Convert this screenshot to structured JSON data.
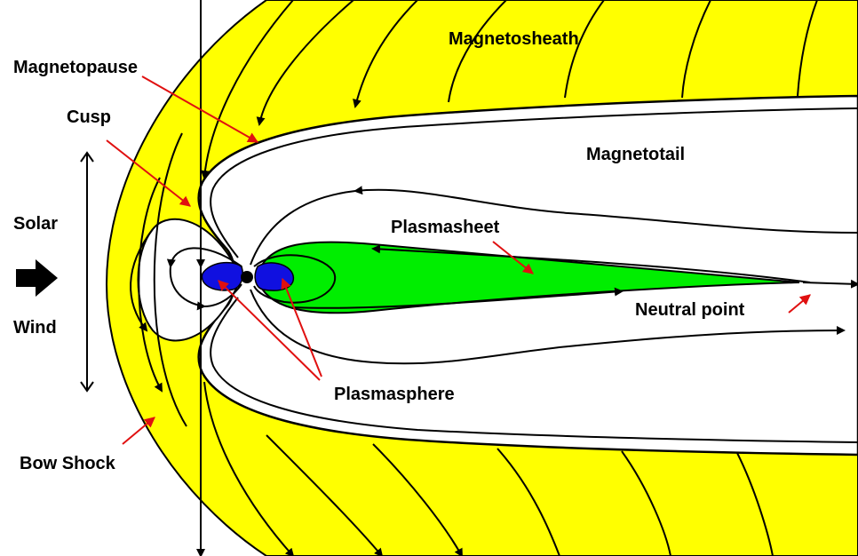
{
  "labels": {
    "magnetosheath": "Magnetosheath",
    "magnetopause": "Magnetopause",
    "cusp": "Cusp",
    "magnetotail": "Magnetotail",
    "solar": "Solar",
    "wind": "Wind",
    "plasmasheet": "Plasmasheet",
    "neutral_point": "Neutral point",
    "plasmasphere": "Plasmasphere",
    "bow_shock": "Bow Shock"
  },
  "colors": {
    "sheath": "#ffff00",
    "plasmasheet": "#00ee00",
    "plasmasphere": "#1010e0",
    "pointer": "#e01010",
    "field_line": "#000000"
  }
}
